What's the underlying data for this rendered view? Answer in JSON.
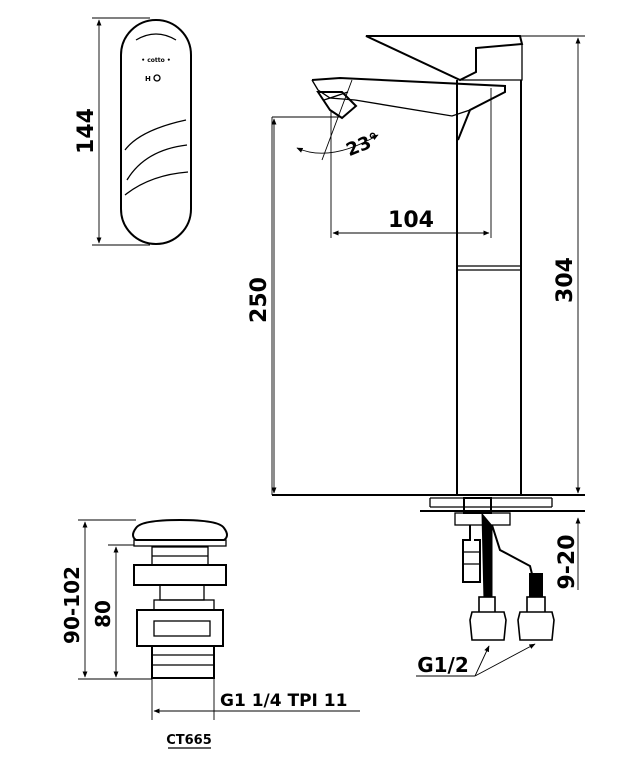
{
  "dimensions": {
    "handle_height": "144",
    "spout_angle": "23°",
    "spout_reach": "104",
    "spout_height": "250",
    "total_height": "304",
    "deck_thickness": "9-20",
    "drain_height_range": "90-102",
    "drain_height": "80"
  },
  "connections": {
    "supply_thread": "G1/2",
    "drain_thread": "G1 1/4 TPI 11"
  },
  "parts": {
    "drain_model": "CT665"
  }
}
